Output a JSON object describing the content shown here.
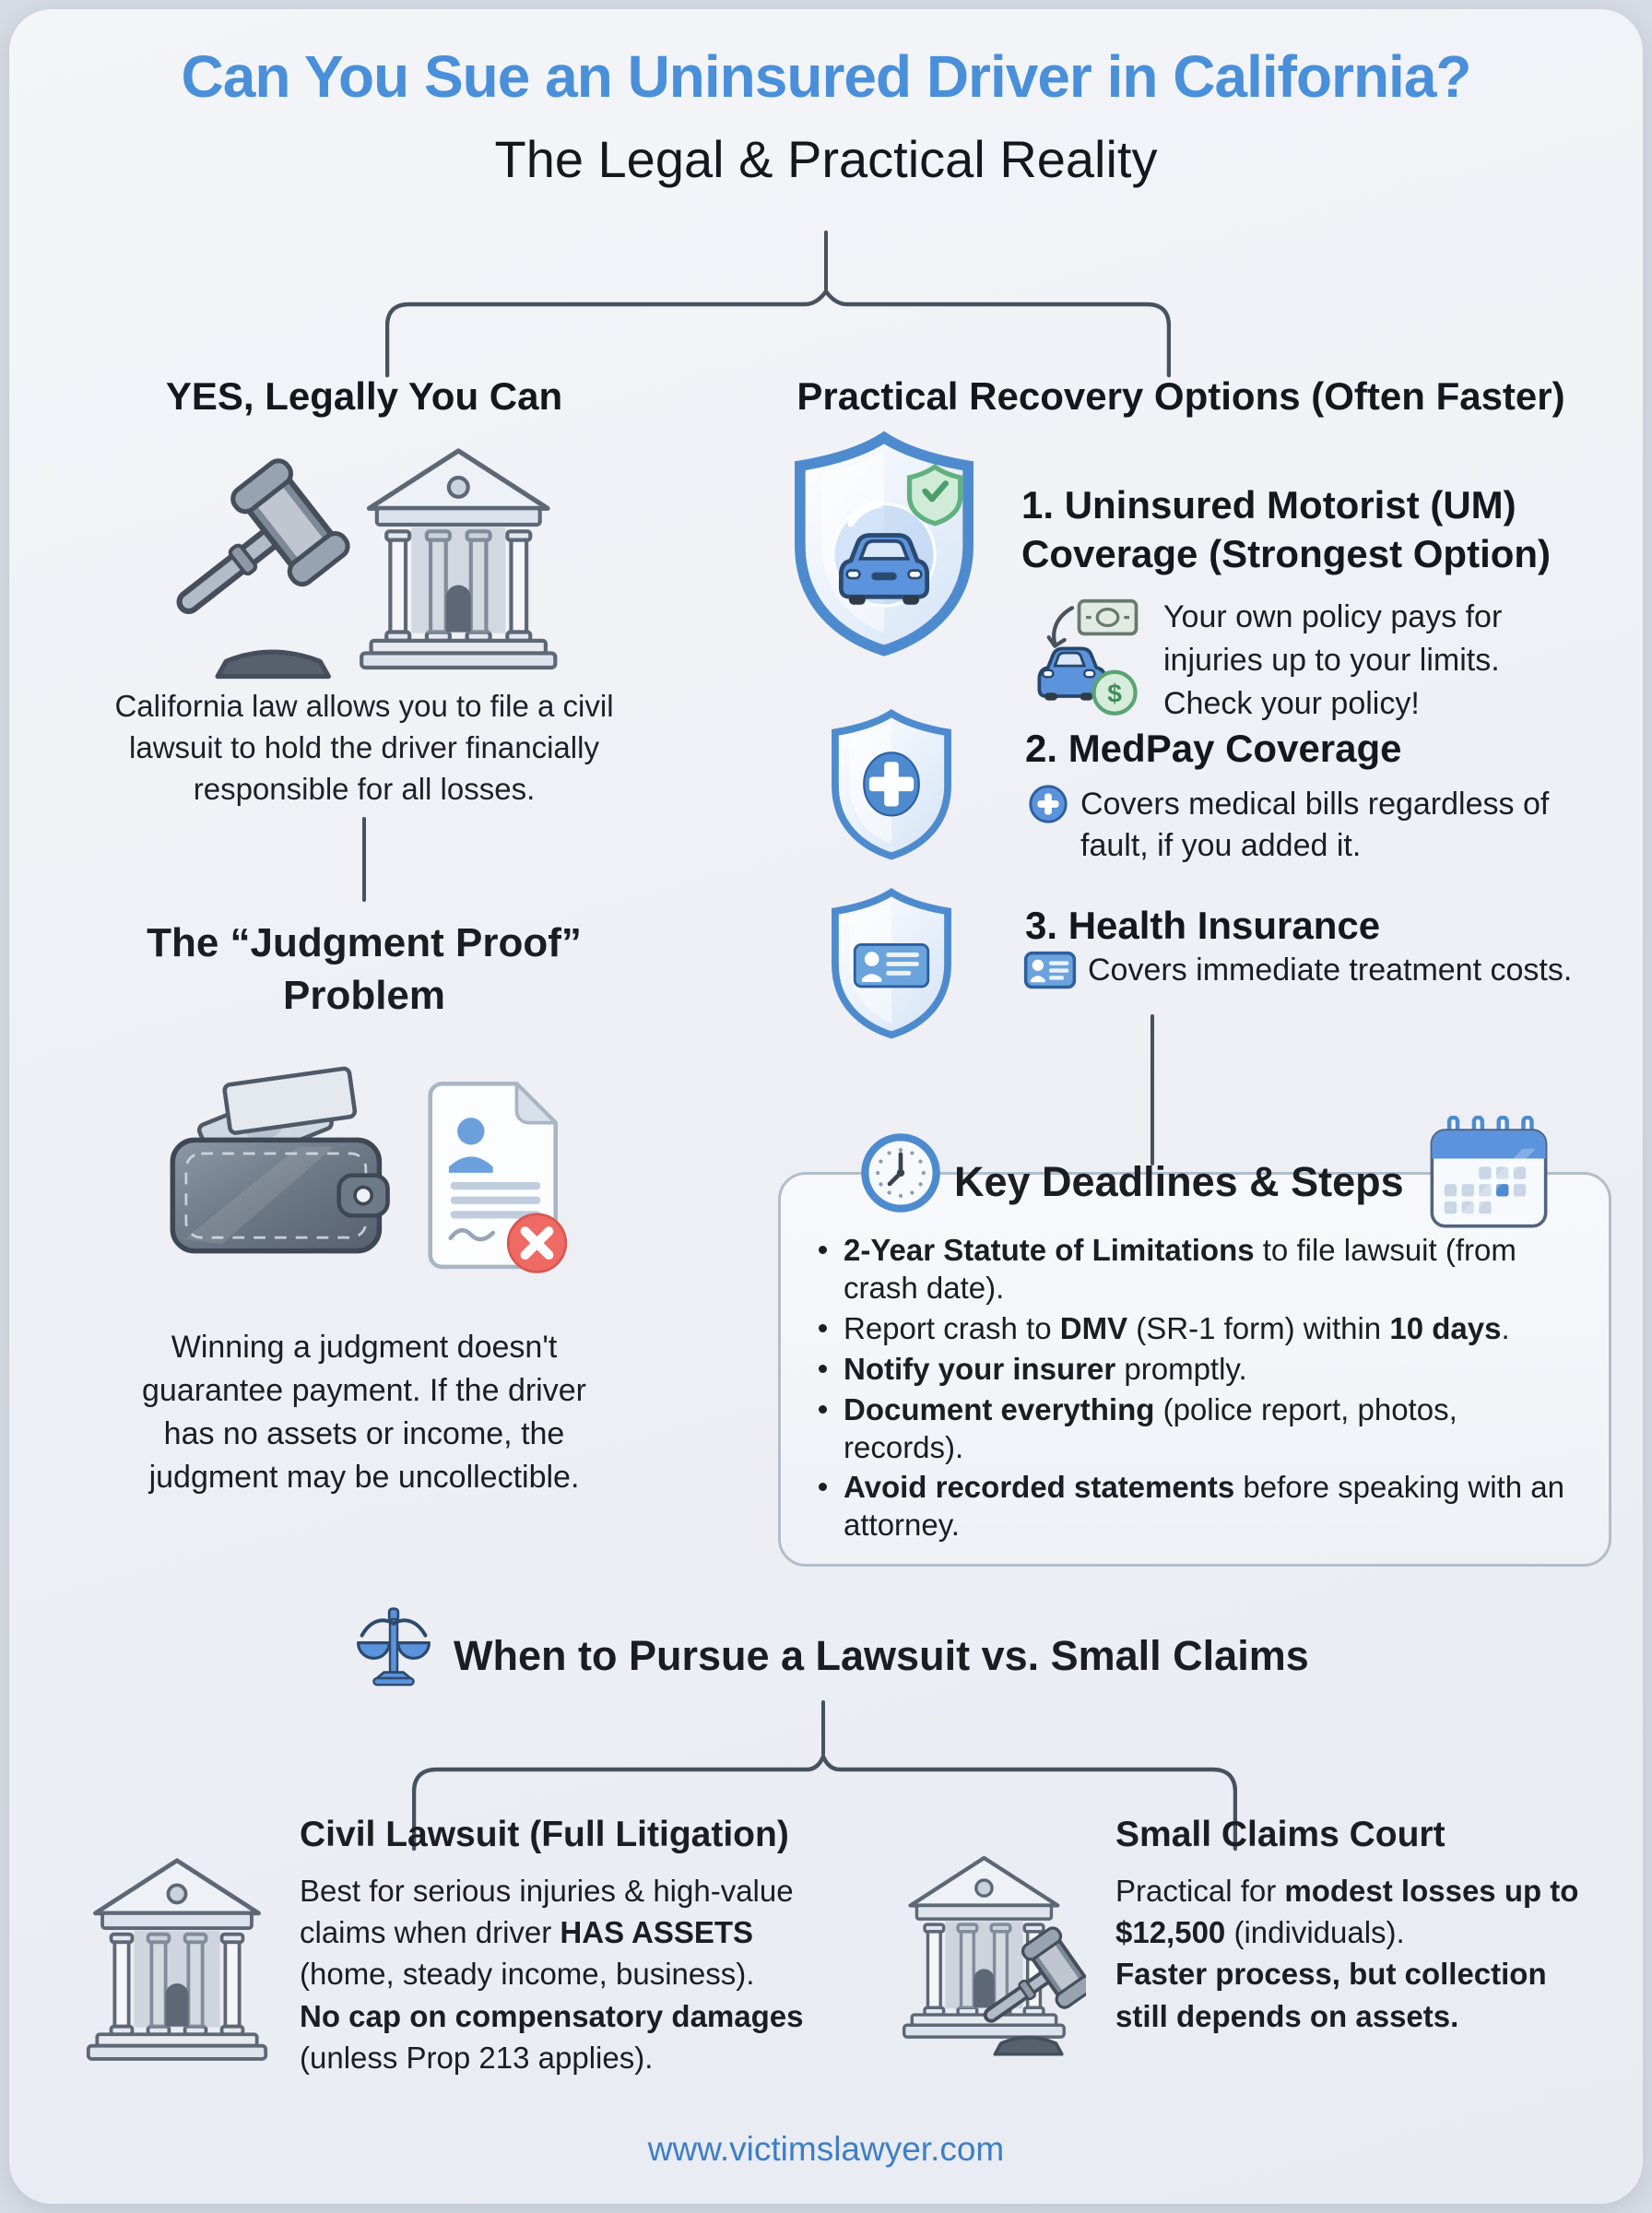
{
  "header": {
    "title": "Can You Sue an Uninsured Driver in California?",
    "subtitle": "The Legal & Practical Reality"
  },
  "left": {
    "heading": "YES, Legally You Can",
    "body": "California law allows you to file a civil lawsuit to hold the driver financially responsible for all losses.",
    "judgment_heading": "The “Judgment Proof” Problem",
    "judgment_body": "Winning a judgment doesn't guarantee payment. If the driver has no assets or income, the judgment may be uncollectible."
  },
  "right": {
    "heading": "Practical Recovery Options (Often Faster)",
    "options": [
      {
        "title": "1. Uninsured Motorist (UM) Coverage (Strongest Option)",
        "body": "Your own policy pays for injuries up to your limits. Check your policy!"
      },
      {
        "title": "2. MedPay Coverage",
        "body": "Covers medical bills regardless of fault, if you added it."
      },
      {
        "title": "3. Health Insurance",
        "body": "Covers immediate treatment costs."
      }
    ]
  },
  "deadlines": {
    "heading": "Key Deadlines & Steps",
    "bullets": [
      {
        "b1": "2-Year Statute of Limitations",
        "r1": " to file lawsuit (from crash date)."
      },
      {
        "r0": "Report crash to ",
        "b1": "DMV",
        "r1": " (SR-1 form) within ",
        "b2": "10 days",
        "r2": "."
      },
      {
        "b1": "Notify your insurer",
        "r1": " promptly."
      },
      {
        "b1": "Document everything",
        "r1": " (police report, photos, records)."
      },
      {
        "b1": "Avoid recorded statements",
        "r1": " before speaking with an attorney."
      }
    ]
  },
  "versus": {
    "heading": "When to Pursue a Lawsuit vs. Small Claims",
    "civil": {
      "heading": "Civil Lawsuit (Full Litigation)",
      "r0": "Best for serious injuries & high-value claims when driver ",
      "b1": "HAS ASSETS",
      "r1": " (home, steady income, business).",
      "b2": "No cap on compensatory damages",
      "r2": "(unless Prop 213 applies)."
    },
    "small_claims": {
      "heading": "Small Claims Court",
      "r0": "Practical for ",
      "b1": "modest losses up to $12,500",
      "r1": " (individuals).",
      "b2": "Faster process, but collection still depends on assets."
    }
  },
  "footer": {
    "url": "www.victimslawyer.com"
  },
  "colors": {
    "accent_blue": "#4a8fd9",
    "shield_blue": "#4e8bce",
    "car_blue": "#5b93dc",
    "success_green": "#62b07f",
    "alert_red": "#ee6a63",
    "connector": "#47525f",
    "link_blue": "#3d7ec6"
  },
  "icons": [
    "gavel-icon",
    "courthouse-icon",
    "shield-car-check-icon",
    "money-arrow-car-icon",
    "shield-medical-cross-icon",
    "circle-plus-icon",
    "shield-id-card-icon",
    "id-card-icon",
    "wallet-icon",
    "document-x-icon",
    "clock-icon",
    "calendar-icon",
    "scales-icon",
    "courthouse-gavel-icon"
  ]
}
